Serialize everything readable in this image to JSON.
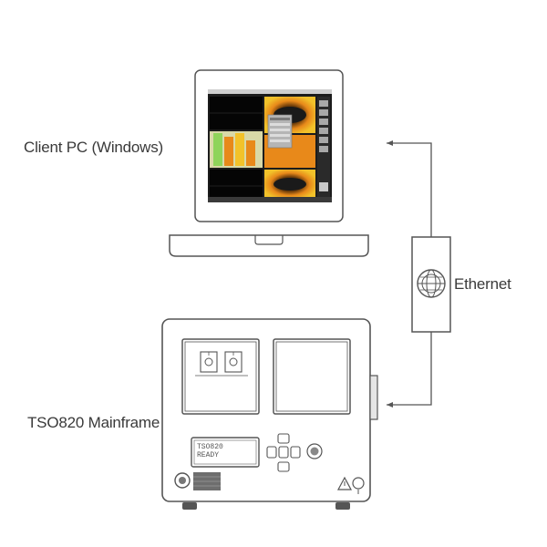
{
  "labels": {
    "client_pc": "Client PC (Windows)",
    "ethernet": "Ethernet",
    "mainframe": "TSO820 Mainframe"
  },
  "mainframe_display": {
    "line1": "TSO820",
    "line2": "READY"
  },
  "colors": {
    "outline": "#555555",
    "screen_bg": "#1c1c1c",
    "waveform_orange": "#e8891a",
    "waveform_yellow": "#f2c22a",
    "panel_gray": "#a8a8a8",
    "spectrum_green": "#8fd45a"
  },
  "icons": [
    "ethernet-globe-icon",
    "power-button-icon",
    "warning-triangle-icon",
    "dpad-icon",
    "knob-icon"
  ]
}
